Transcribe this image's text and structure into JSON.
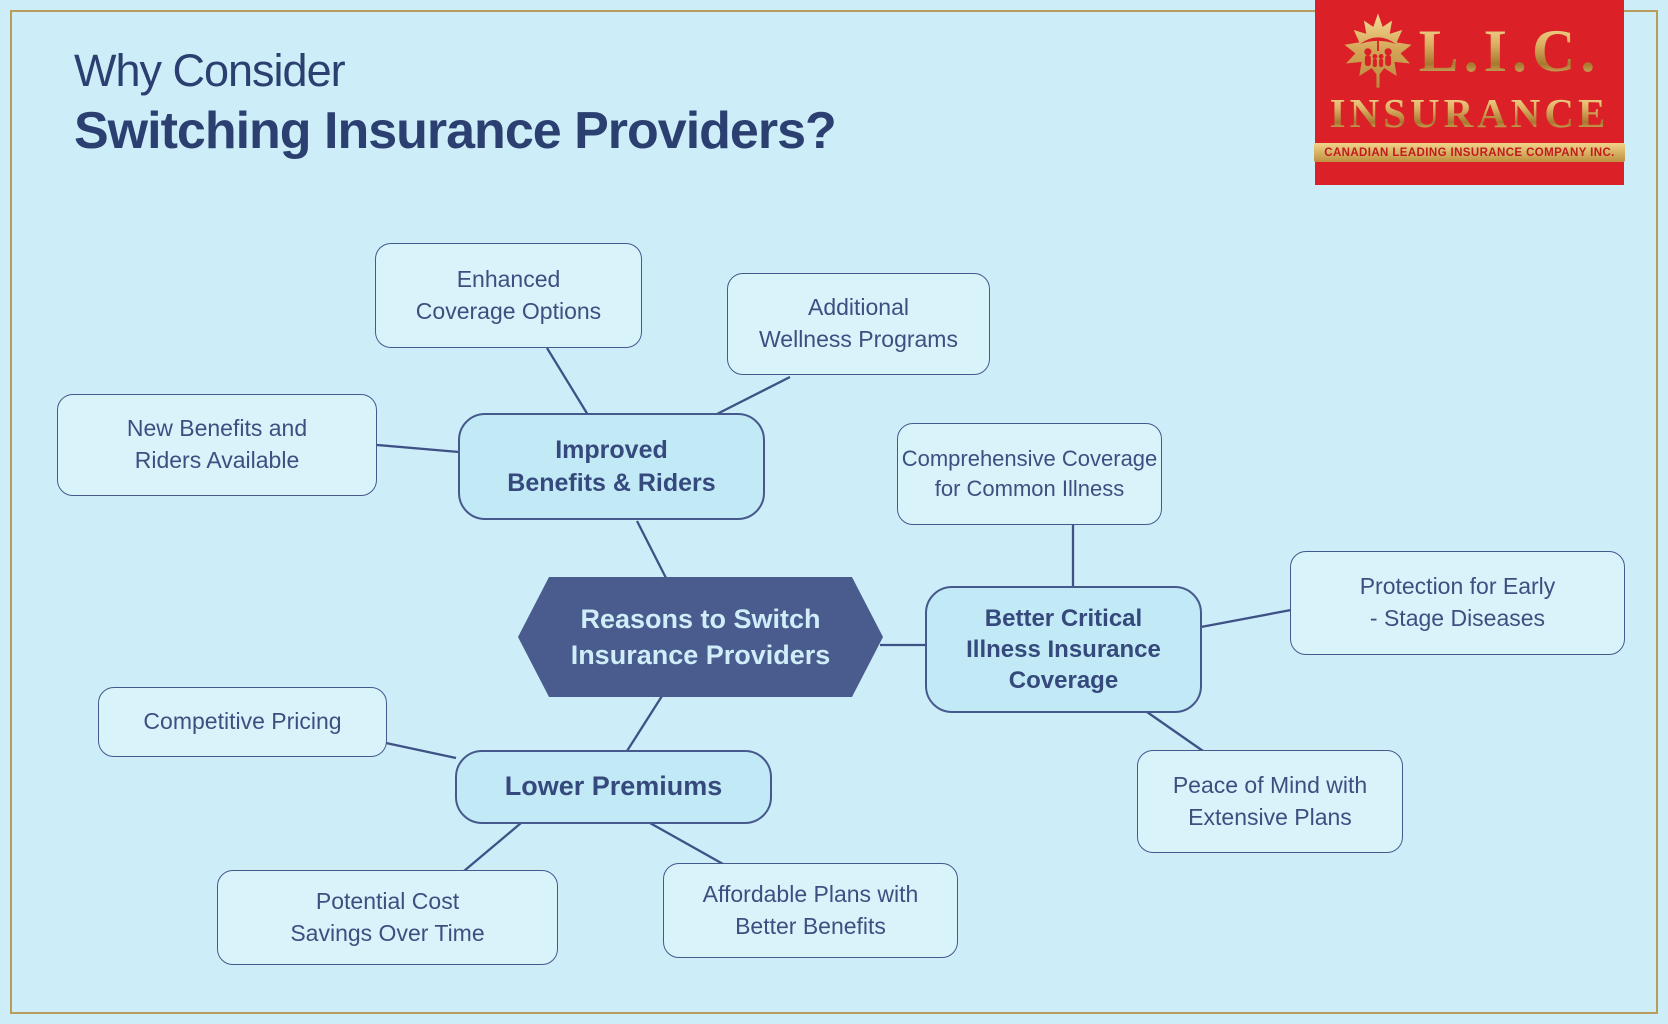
{
  "title": {
    "line1": "Why Consider",
    "line2": "Switching Insurance Providers?"
  },
  "logo": {
    "acronym": "L.I.C.",
    "name": "INSURANCE",
    "tagline": "CANADIAN LEADING INSURANCE COMPANY INC."
  },
  "colors": {
    "background": "#cdeef9",
    "frame_gold": "#b99b5c",
    "hexagon_fill": "#4a5b8e",
    "branch_fill": "#c2e9f6",
    "leaf_fill": "#d9f3fb",
    "line_navy": "#3e5286",
    "title_navy": "#2b4070",
    "logo_red": "#dc2027",
    "logo_gold": "#d9a855"
  },
  "diagram": {
    "center": {
      "line1": "Reasons to Switch",
      "line2": "Insurance Providers"
    },
    "branches": {
      "improved": {
        "line1": "Improved",
        "line2": "Benefits & Riders"
      },
      "better": {
        "line1": "Better Critical",
        "line2": "Illness Insurance",
        "line3": "Coverage"
      },
      "lower": {
        "line1": "Lower Premiums"
      }
    },
    "leaves": {
      "enhanced": {
        "line1": "Enhanced",
        "line2": "Coverage Options"
      },
      "wellness": {
        "line1": "Additional",
        "line2": "Wellness Programs"
      },
      "new_benefits": {
        "line1": "New Benefits and",
        "line2": "Riders Available"
      },
      "comprehensive": {
        "line1": "Comprehensive Coverage",
        "line2": "for Common Illness"
      },
      "protection": {
        "line1": "Protection for Early",
        "line2": "- Stage Diseases"
      },
      "peace": {
        "line1": "Peace of Mind with",
        "line2": "Extensive Plans"
      },
      "competitive": {
        "line1": "Competitive Pricing"
      },
      "potential": {
        "line1": "Potential Cost",
        "line2": "Savings Over Time"
      },
      "affordable": {
        "line1": "Affordable Plans with",
        "line2": "Better Benefits"
      }
    }
  }
}
